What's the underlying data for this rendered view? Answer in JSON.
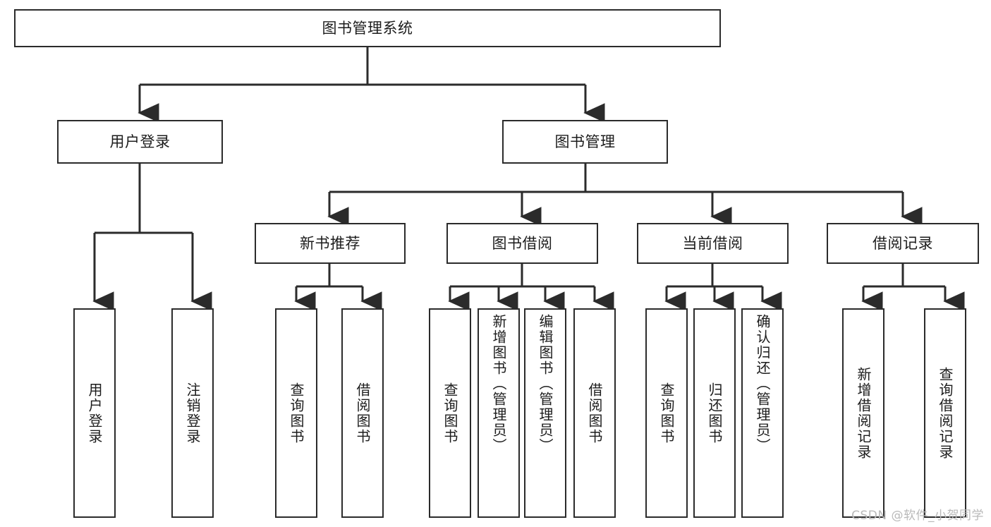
{
  "diagram": {
    "type": "tree-hierarchy-chart",
    "title": "图书管理系统",
    "watermark": "CSDN @软件_小贺同学",
    "colors": {
      "box_border": "#2b2b2b",
      "box_fill": "#ffffff",
      "connector": "#2b2b2b",
      "text": "#1c1c1c",
      "watermark": "#b9b9b9",
      "background": "#ffffff"
    },
    "levels": {
      "root": {
        "id": "root",
        "label": "图书管理系统"
      },
      "level2": [
        {
          "id": "user-login",
          "label": "用户登录"
        },
        {
          "id": "book-management",
          "label": "图书管理"
        }
      ],
      "level3": [
        {
          "id": "new-book-recommend",
          "label": "新书推荐",
          "parent": "book-management"
        },
        {
          "id": "book-borrow",
          "label": "图书借阅",
          "parent": "book-management"
        },
        {
          "id": "current-borrow",
          "label": "当前借阅",
          "parent": "book-management"
        },
        {
          "id": "borrow-record",
          "label": "借阅记录",
          "parent": "book-management"
        }
      ],
      "leaves": [
        {
          "id": "leaf-user-login",
          "label": "用户登录",
          "parent": "user-login"
        },
        {
          "id": "leaf-logout",
          "label": "注销登录",
          "parent": "user-login"
        },
        {
          "id": "leaf-query-book-1",
          "label": "查询图书",
          "parent": "new-book-recommend"
        },
        {
          "id": "leaf-borrow-book-1",
          "label": "借阅图书",
          "parent": "new-book-recommend"
        },
        {
          "id": "leaf-query-book-2",
          "label": "查询图书",
          "parent": "book-borrow"
        },
        {
          "id": "leaf-add-book",
          "label": "新增图书（管理员）",
          "parent": "book-borrow"
        },
        {
          "id": "leaf-edit-book",
          "label": "编辑图书（管理员）",
          "parent": "book-borrow"
        },
        {
          "id": "leaf-borrow-book-2",
          "label": "借阅图书",
          "parent": "book-borrow"
        },
        {
          "id": "leaf-query-book-3",
          "label": "查询图书",
          "parent": "current-borrow"
        },
        {
          "id": "leaf-return-book",
          "label": "归还图书",
          "parent": "current-borrow"
        },
        {
          "id": "leaf-confirm-return",
          "label": "确认归还（管理员）",
          "parent": "current-borrow"
        },
        {
          "id": "leaf-add-record",
          "label": "新增借阅记录",
          "parent": "borrow-record"
        },
        {
          "id": "leaf-query-record",
          "label": "查询借阅记录",
          "parent": "borrow-record"
        }
      ]
    }
  }
}
